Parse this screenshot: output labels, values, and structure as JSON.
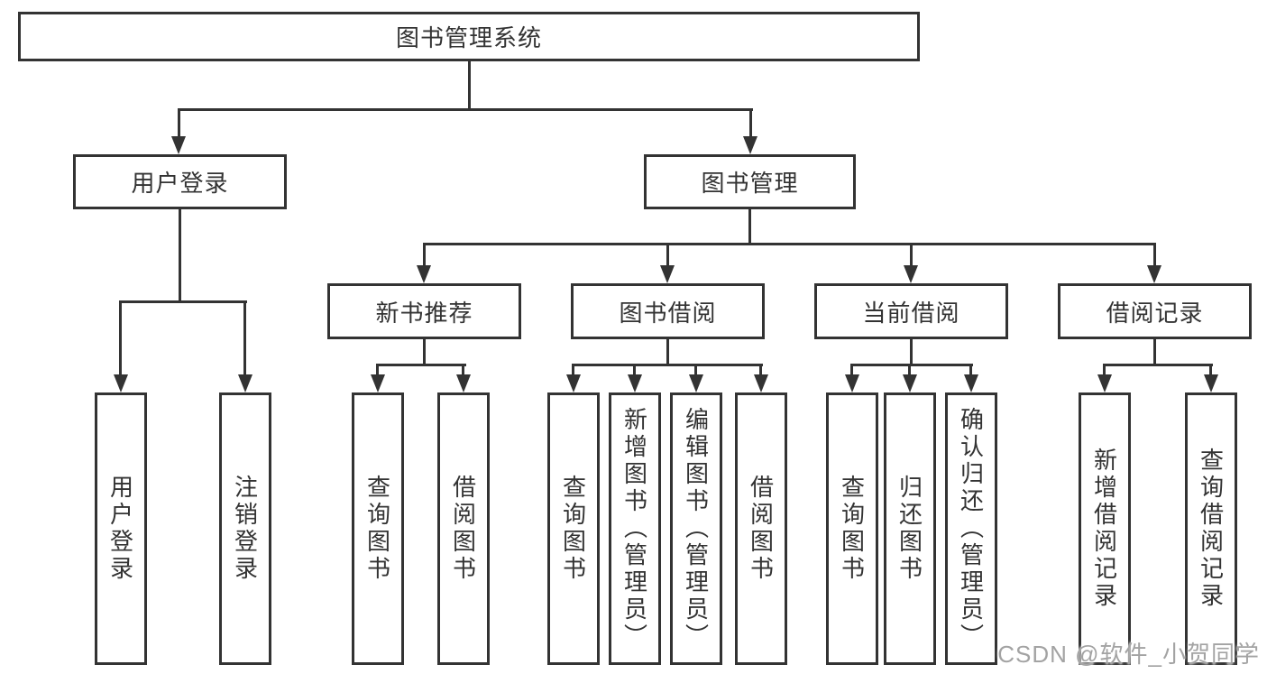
{
  "tree": {
    "root": {
      "label": "图书管理系统"
    },
    "level2": [
      {
        "label": "用户登录",
        "leaves": [
          "用户登录",
          "注销登录"
        ]
      },
      {
        "label": "图书管理"
      }
    ],
    "level3": [
      {
        "label": "新书推荐",
        "leaves": [
          "查询图书",
          "借阅图书"
        ]
      },
      {
        "label": "图书借阅",
        "leaves": [
          "查询图书",
          "新增图书（管理员）",
          "编辑图书（管理员）",
          "借阅图书"
        ]
      },
      {
        "label": "当前借阅",
        "leaves": [
          "查询图书",
          "归还图书",
          "确认归还（管理员）"
        ]
      },
      {
        "label": "借阅记录",
        "leaves": [
          "新增借阅记录",
          "查询借阅记录"
        ]
      }
    ]
  },
  "watermark": {
    "text": "CSDN @软件_小贺同学"
  },
  "colors": {
    "line": "#333333",
    "text": "#333333",
    "watermark": "#a3a3a3",
    "background": "#ffffff"
  }
}
